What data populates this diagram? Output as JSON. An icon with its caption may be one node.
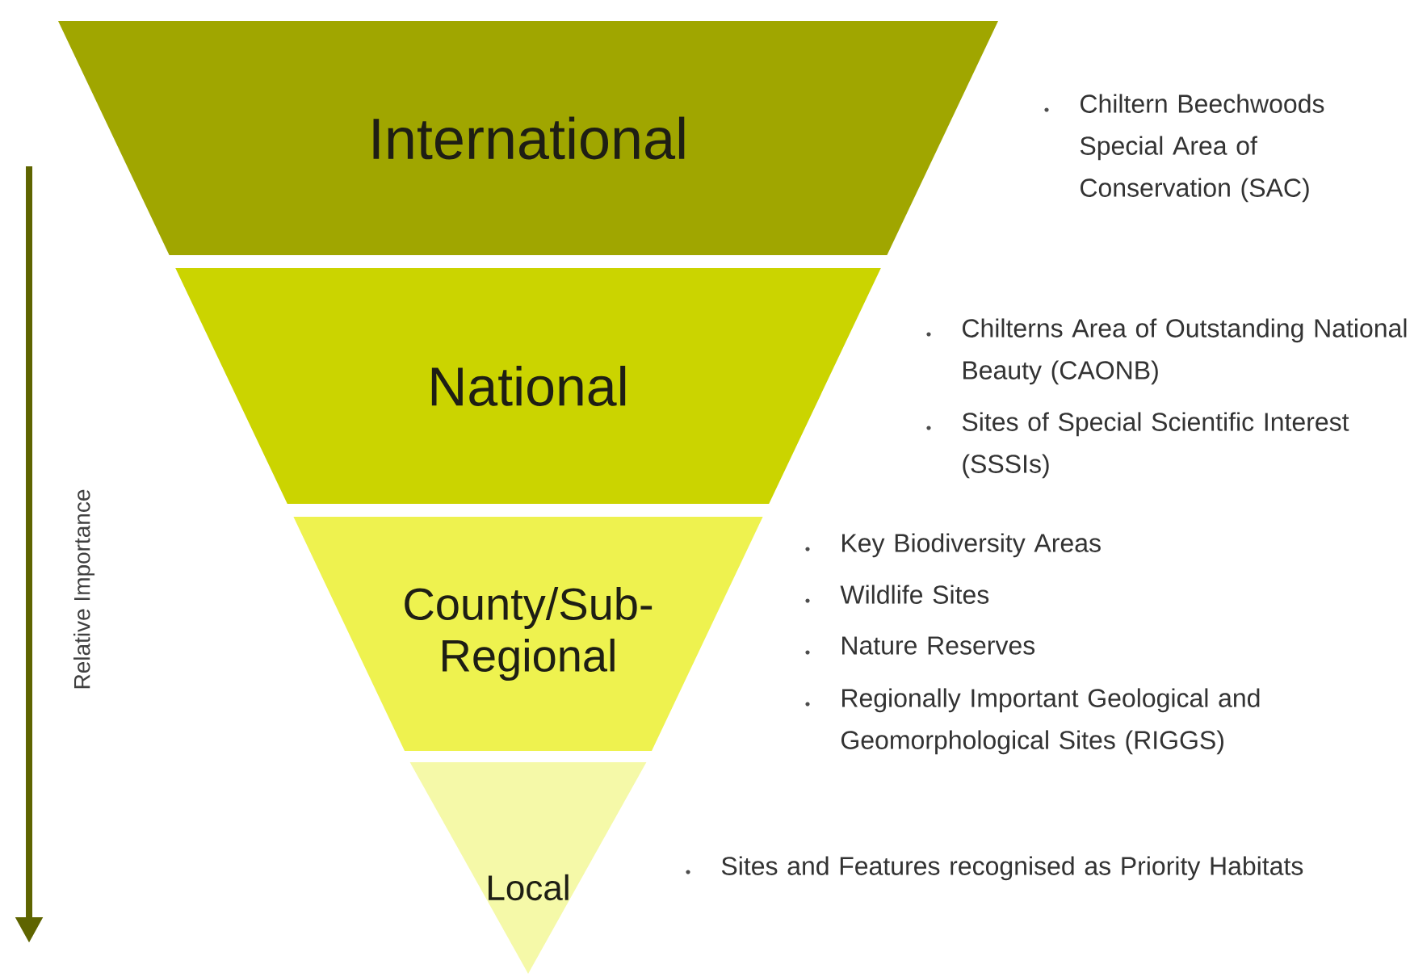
{
  "diagram": {
    "nodes": [
      {
        "text": [
          "International"
        ],
        "beside": [
          "Chiltern Beechwoods Special Area of Conservation (SAC)"
        ]
      },
      {
        "text": [
          "National"
        ],
        "beside": [
          "Chilterns Area of Outstanding National Beauty (CAONB)",
          "Sites of Special Scientific Interest (SSSIs)"
        ]
      },
      {
        "text": [
          "County/Sub-Regional"
        ],
        "beside": [
          "Key Biodiversity Areas",
          "Wildlife Sites",
          "Nature Reserves",
          "Regionally Important Geological and Geomorphological Sites (RIGGS)"
        ]
      },
      {
        "text": [
          "Local"
        ],
        "beside": [
          "Sites and Features recognised as Priority Habitats"
        ]
      }
    ],
    "edges": [],
    "labels": [
      "Relative Importance"
    ]
  }
}
